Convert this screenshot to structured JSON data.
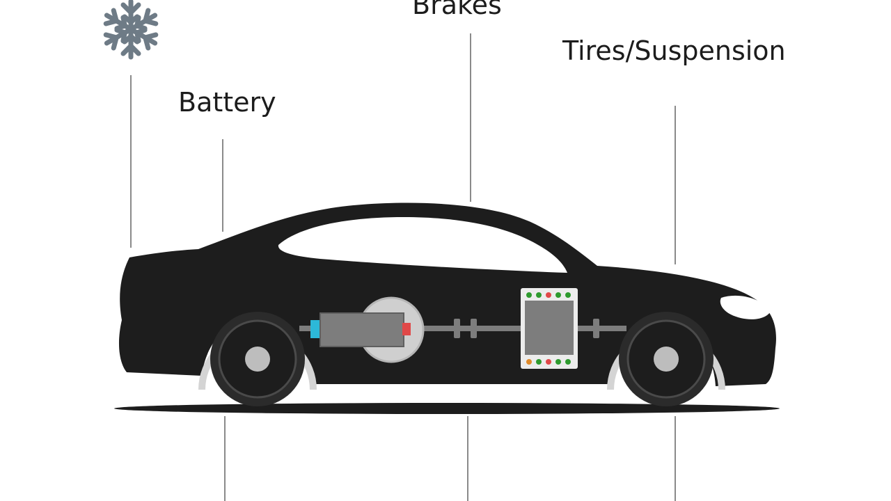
{
  "labels": {
    "brakes": "Brakes",
    "battery": "Battery",
    "tires_suspension": "Tires/Suspension"
  },
  "icons": {
    "climate": "snowflake-icon"
  },
  "colors": {
    "car_body": "#1d1d1d",
    "wheel_rim": "#d4d4d4",
    "component_gray": "#7d7d7d",
    "callout_line": "#8a8a8a",
    "snowflake": "#6e7b86",
    "battery_terminal": "#2db8d8",
    "indicator_green": "#2e9a2e",
    "indicator_red": "#e04848",
    "indicator_orange": "#e08a2a"
  }
}
